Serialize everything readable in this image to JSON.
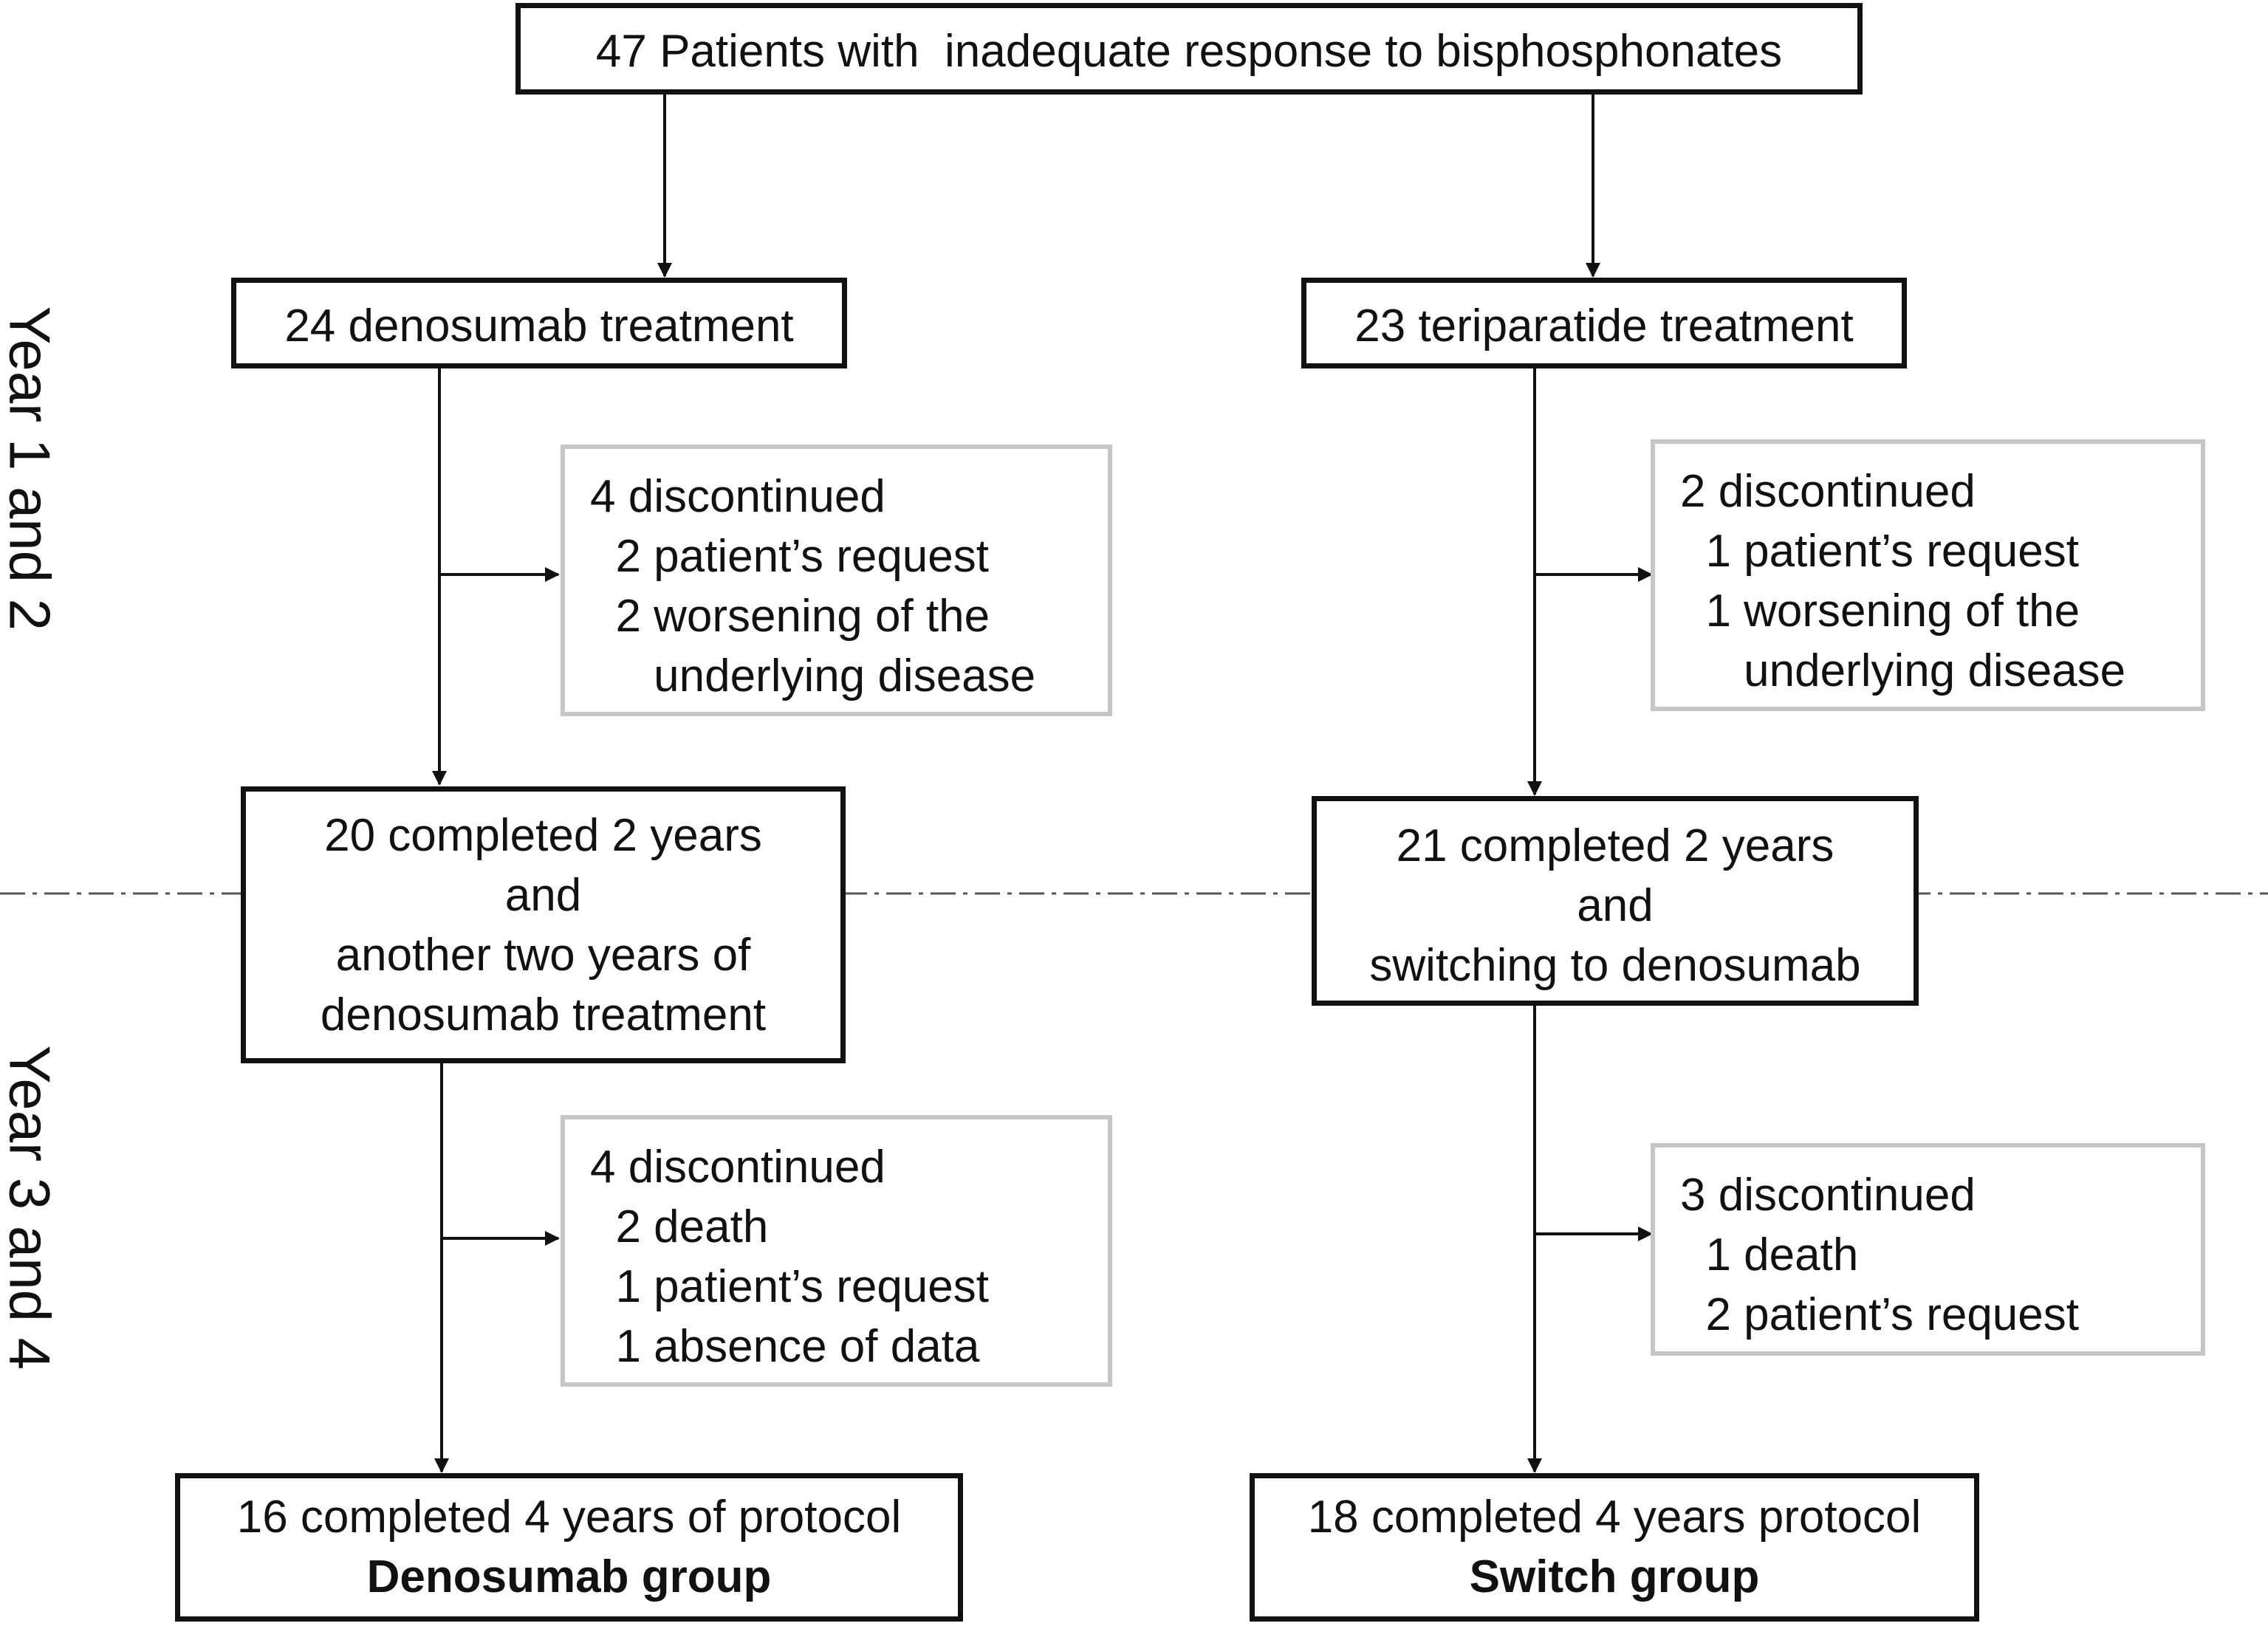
{
  "phases": {
    "years_1_2": "Year 1 and 2",
    "years_3_4": "Year 3 and 4"
  },
  "top": {
    "line1": "47 Patients with  inadequate response to bisphosphonates"
  },
  "denosumab_arm": {
    "start": "24 denosumab treatment",
    "discontinued_1": {
      "header": "4 discontinued",
      "reasons": [
        "  2 patient’s request",
        "  2 worsening of the",
        "     underlying disease"
      ]
    },
    "midpoint": [
      "20 completed 2 years",
      "and",
      "another two years of",
      "denosumab treatment"
    ],
    "discontinued_2": {
      "header": "4 discontinued",
      "reasons": [
        "  2 death",
        "  1 patient’s request",
        "  1 absence of data"
      ]
    },
    "final": {
      "line1": "16 completed 4 years of protocol",
      "group": "Denosumab group"
    }
  },
  "teriparatide_arm": {
    "start": "23 teriparatide treatment",
    "discontinued_1": {
      "header": "2 discontinued",
      "reasons": [
        "  1 patient’s request",
        "  1 worsening of the",
        "     underlying disease"
      ]
    },
    "midpoint": [
      "21 completed 2 years",
      "and",
      "switching to denosumab"
    ],
    "discontinued_2": {
      "header": "3 discontinued",
      "reasons": [
        "  1 death",
        "  2 patient’s request"
      ]
    },
    "final": {
      "line1": "18 completed 4 years protocol",
      "group": "Switch group"
    }
  }
}
